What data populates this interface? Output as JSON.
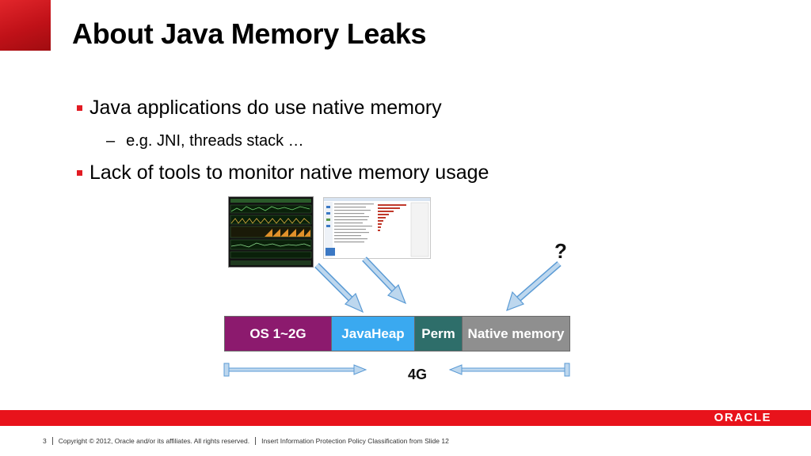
{
  "slide": {
    "title": "About Java Memory Leaks",
    "bullets": [
      {
        "text": "Java applications do use native memory"
      },
      {
        "sub": "e.g. JNI, threads stack …"
      },
      {
        "text": "Lack of tools to monitor native memory usage"
      }
    ],
    "question_mark": "?"
  },
  "memory_bar": {
    "segments": [
      {
        "label": "OS 1~2G",
        "color": "#8c1a6e"
      },
      {
        "label": "JavaHeap",
        "color": "#3aa9f0"
      },
      {
        "label": "Perm",
        "color": "#2e6e6a"
      },
      {
        "label": "Native memory",
        "color": "#8f8f8f"
      }
    ],
    "total_label": "4G"
  },
  "footer": {
    "slide_number": "3",
    "copyright": "Copyright © 2012, Oracle and/or its affiliates. All rights reserved.",
    "classification": "Insert Information Protection Policy Classification from Slide 12",
    "logo": "ORACLE"
  },
  "colors": {
    "accent_red": "#e8131b",
    "arrow_fill": "#bdd7ee",
    "arrow_stroke": "#5b9bd5"
  }
}
